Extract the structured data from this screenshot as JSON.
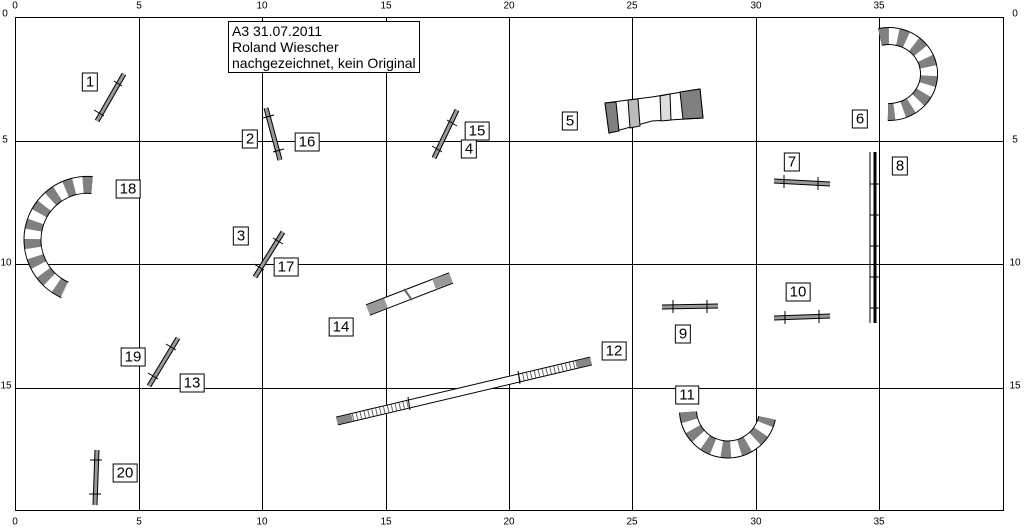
{
  "info_box": {
    "line1": "A3 31.07.2011",
    "line2": "Roland Wiescher",
    "line3": "nachgezeichnet, kein Original"
  },
  "axis": {
    "x_ticks": [
      "0",
      "5",
      "10",
      "15",
      "20",
      "25",
      "30",
      "35"
    ],
    "y_ticks": [
      "0",
      "5",
      "10",
      "15"
    ]
  },
  "obstacle_numbers": {
    "n1": "1",
    "n2": "2",
    "n3": "3",
    "n4": "4",
    "n5": "5",
    "n6": "6",
    "n7": "7",
    "n8": "8",
    "n9": "9",
    "n10": "10",
    "n11": "11",
    "n12": "12",
    "n13": "13",
    "n14": "14",
    "n15": "15",
    "n16": "16",
    "n17": "17",
    "n18": "18",
    "n19": "19",
    "n20": "20"
  },
  "colors": {
    "grid": "#000000",
    "contact": "#8c8c8c",
    "tunnel_dark": "#808080",
    "tunnel_light": "#ffffff"
  }
}
